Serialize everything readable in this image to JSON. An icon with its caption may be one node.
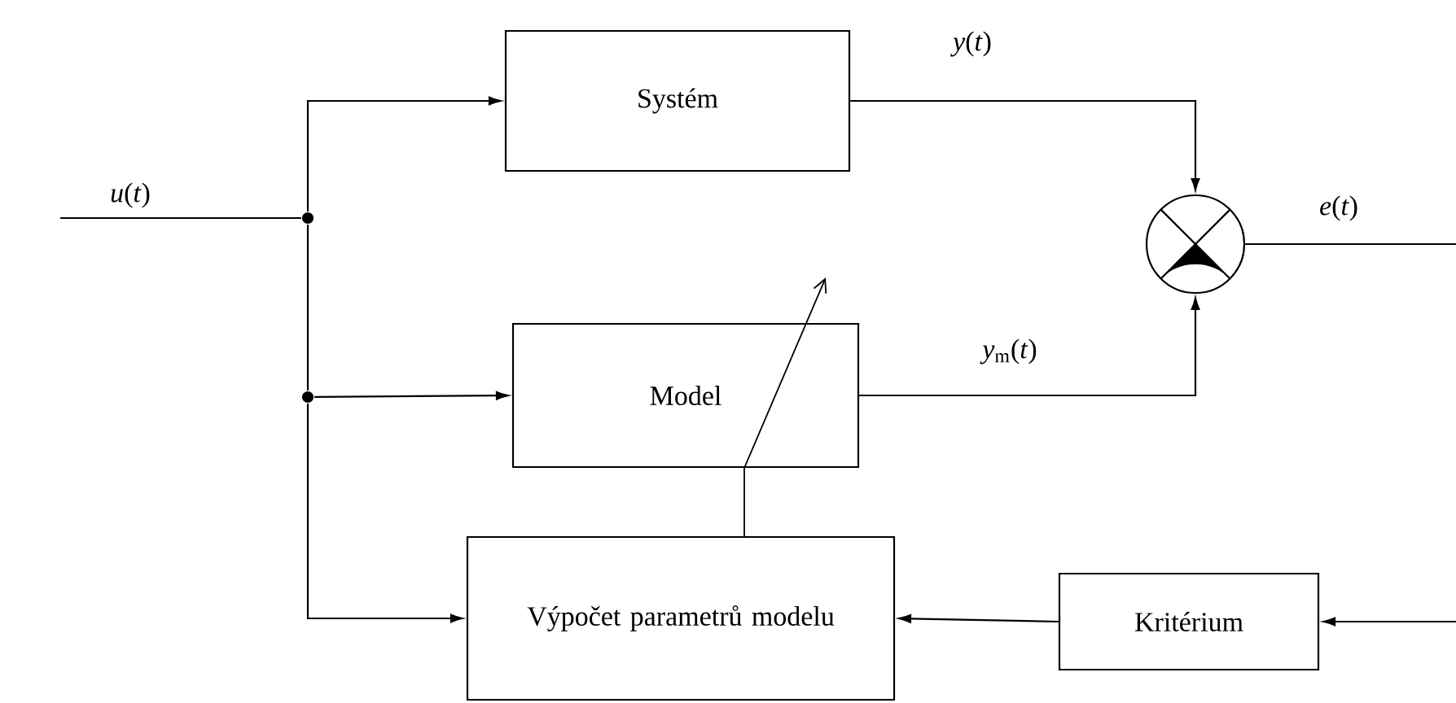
{
  "diagram": {
    "nodes": [
      {
        "text": [
          "Systém"
        ]
      },
      {
        "text": [
          "Model"
        ]
      },
      {
        "text": [
          "Výpočet parametrů modelu"
        ]
      },
      {
        "text": [
          "Kritérium"
        ]
      },
      {
        "text": [],
        "shape": "circle"
      },
      {
        "text": [],
        "shape": "dot"
      },
      {
        "text": [],
        "shape": "dot"
      }
    ],
    "edges": [
      {
        "from": null,
        "to": 5,
        "arrow": "none",
        "label": "*u*(*t*)"
      },
      {
        "from": 5,
        "to": 0,
        "arrow": "to"
      },
      {
        "from": 5,
        "to": 6,
        "arrow": "none"
      },
      {
        "from": 6,
        "to": 1,
        "arrow": "to"
      },
      {
        "from": 6,
        "to": 2,
        "arrow": "to"
      },
      {
        "from": 0,
        "to": 4,
        "arrow": "to",
        "label": "*y*(*t*)"
      },
      {
        "from": 1,
        "to": 4,
        "arrow": "to",
        "label": "*y*$_{m}$(*t*)"
      },
      {
        "from": 4,
        "to": null,
        "arrow": "none",
        "label": "*e*(*t*)"
      },
      {
        "from": null,
        "to": 3,
        "arrow": "to"
      },
      {
        "from": 3,
        "to": 2,
        "arrow": "to"
      },
      {
        "from": 2,
        "to": 1,
        "arrow": "to"
      }
    ]
  }
}
